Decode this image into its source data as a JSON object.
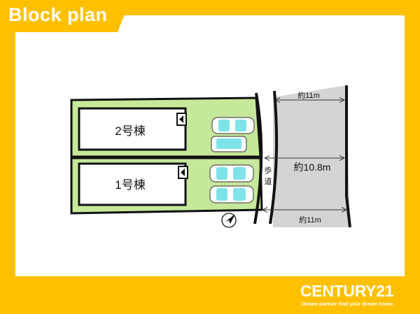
{
  "header": {
    "title": "Block plan"
  },
  "buildings": [
    {
      "label": "2号棟"
    },
    {
      "label": "1号棟"
    }
  ],
  "sidewalk": {
    "label": "歩道"
  },
  "dimensions": [
    {
      "label": "約11m"
    },
    {
      "label": "約10.8m"
    },
    {
      "label": "約11m"
    }
  ],
  "brand": {
    "name": "CENTURY21",
    "tagline": "Dream partner find your dream home."
  },
  "colors": {
    "frame": "#ffc000",
    "lot_green": "#c6e89a",
    "road_gray": "#d4d4d4",
    "car_cyan": "#7fe3ea"
  }
}
